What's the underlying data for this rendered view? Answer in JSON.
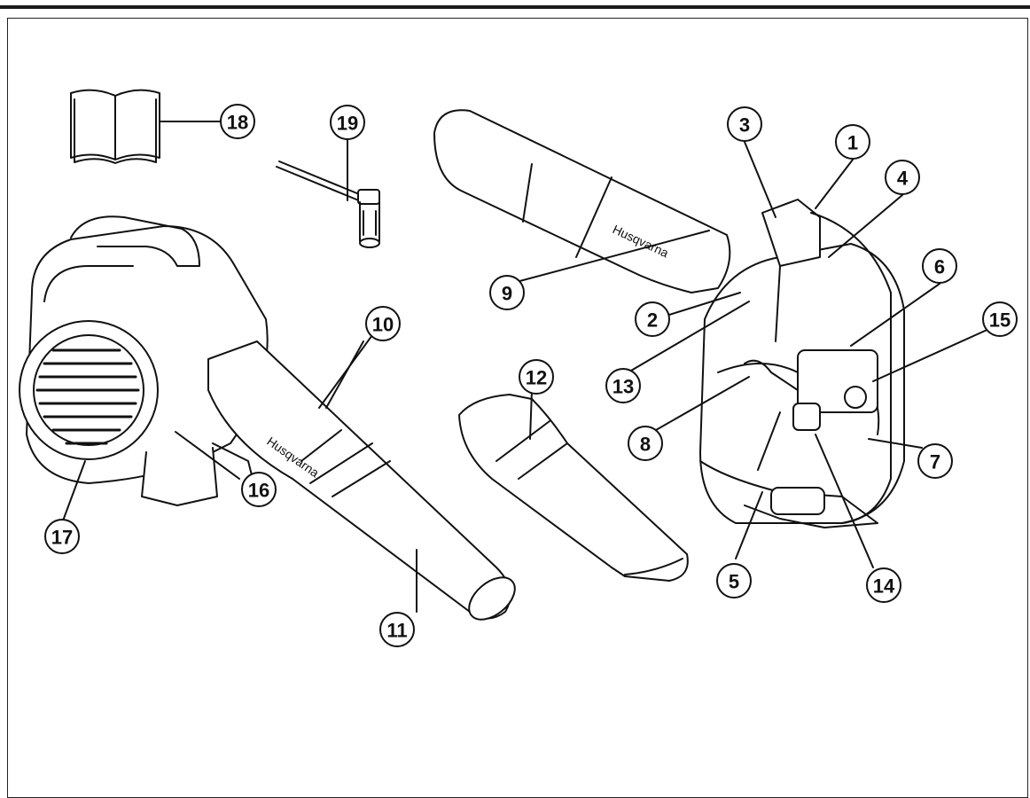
{
  "figure": {
    "callouts": [
      {
        "id": "1",
        "label": "1"
      },
      {
        "id": "2",
        "label": "2"
      },
      {
        "id": "3",
        "label": "3"
      },
      {
        "id": "4",
        "label": "4"
      },
      {
        "id": "5",
        "label": "5"
      },
      {
        "id": "6",
        "label": "6"
      },
      {
        "id": "7",
        "label": "7"
      },
      {
        "id": "8",
        "label": "8"
      },
      {
        "id": "9",
        "label": "9"
      },
      {
        "id": "10",
        "label": "10"
      },
      {
        "id": "11",
        "label": "11"
      },
      {
        "id": "12",
        "label": "12"
      },
      {
        "id": "13",
        "label": "13"
      },
      {
        "id": "14",
        "label": "14"
      },
      {
        "id": "15",
        "label": "15"
      },
      {
        "id": "16",
        "label": "16"
      },
      {
        "id": "17",
        "label": "17"
      },
      {
        "id": "18",
        "label": "18"
      },
      {
        "id": "19",
        "label": "19"
      }
    ],
    "brand_marks": [
      "Husqvarna",
      "Husqvarna"
    ],
    "colors": {
      "line": "#111111",
      "background": "#ffffff"
    }
  }
}
